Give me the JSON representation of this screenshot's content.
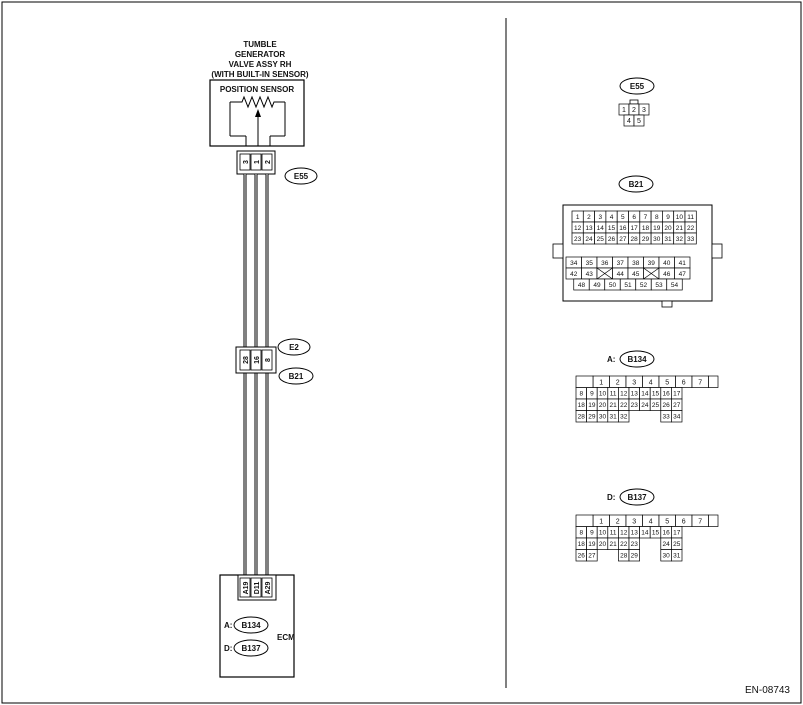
{
  "sensor": {
    "title_lines": [
      "TUMBLE",
      "GENERATOR",
      "VALVE ASSY RH",
      "(WITH BUILT-IN SENSOR)"
    ],
    "box_label": "POSITION SENSOR",
    "pins": [
      "3",
      "1",
      "2"
    ]
  },
  "connectors": {
    "e55": "E55",
    "e2": "E2",
    "b21": "B21",
    "b134": "B134",
    "b137": "B137"
  },
  "joint_pins": [
    "28",
    "16",
    "8"
  ],
  "ecm": {
    "label": "ECM",
    "pins": [
      "A19",
      "D11",
      "A29"
    ],
    "a_prefix": "A:",
    "d_prefix": "D:"
  },
  "faces": {
    "e55": {
      "title": "E55",
      "top": [
        "1",
        "2",
        "3"
      ],
      "bottom": [
        "4",
        "5"
      ]
    },
    "b21": {
      "title": "B21",
      "top_rows": [
        [
          "1",
          "2",
          "3",
          "4",
          "5",
          "6",
          "7",
          "8",
          "9",
          "10",
          "11"
        ],
        [
          "12",
          "13",
          "14",
          "15",
          "16",
          "17",
          "18",
          "19",
          "20",
          "21",
          "22"
        ],
        [
          "23",
          "24",
          "25",
          "26",
          "27",
          "28",
          "29",
          "30",
          "31",
          "32",
          "33"
        ]
      ],
      "bottom_rows": [
        [
          "34",
          "35",
          "36",
          "37",
          "38",
          "39",
          "40",
          "41"
        ],
        [
          "42",
          "43",
          "",
          "44",
          "45",
          "",
          "46",
          "47"
        ],
        [
          "48",
          "49",
          "50",
          "51",
          "52",
          "53",
          "54"
        ]
      ]
    },
    "b134": {
      "prefix": "A:",
      "title": "B134",
      "row1": [
        "1",
        "2",
        "3",
        "4",
        "5",
        "6",
        "7"
      ],
      "rows": [
        [
          "8",
          "9",
          "10",
          "11",
          "12",
          "13",
          "14",
          "15",
          "16",
          "17"
        ],
        [
          "18",
          "19",
          "20",
          "21",
          "22",
          "23",
          "24",
          "25",
          "26",
          "27"
        ],
        [
          "28",
          "29",
          "30",
          "31",
          "32",
          "",
          "",
          "",
          "33",
          "34"
        ]
      ]
    },
    "b137": {
      "prefix": "D:",
      "title": "B137",
      "row1": [
        "1",
        "2",
        "3",
        "4",
        "5",
        "6",
        "7"
      ],
      "rows": [
        [
          "8",
          "9",
          "10",
          "11",
          "12",
          "13",
          "14",
          "15",
          "16",
          "17"
        ],
        [
          "18",
          "19",
          "20",
          "21",
          "22",
          "23",
          "",
          "",
          "24",
          "25"
        ],
        [
          "26",
          "27",
          "",
          "",
          "28",
          "29",
          "",
          "",
          "30",
          "31"
        ]
      ]
    }
  },
  "figure_code": "EN-08743"
}
